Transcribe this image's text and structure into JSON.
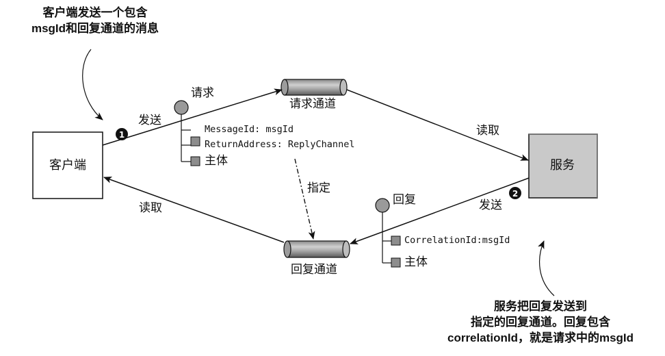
{
  "notes": {
    "top_left": [
      "客户端发送一个包含",
      "msgId和回复通道的消息"
    ],
    "bottom_right": [
      "服务把回复发送到",
      "指定的回复通道。回复包含",
      "correlationId，就是请求中的msgId"
    ]
  },
  "nodes": {
    "client": "客户端",
    "service": "服务",
    "request_channel": "请求通道",
    "reply_channel": "回复通道"
  },
  "edges": {
    "send_1": "发送",
    "read_request": "读取",
    "send_2": "发送",
    "read_reply": "读取",
    "specifies": "指定"
  },
  "steps": {
    "one": "1",
    "two": "2"
  },
  "request_message": {
    "title": "请求",
    "fields": [
      "MessageId: msgId",
      "ReturnAddress: ReplyChannel",
      "主体"
    ]
  },
  "reply_message": {
    "title": "回复",
    "fields": [
      "CorrelationId:msgId",
      "主体"
    ]
  }
}
